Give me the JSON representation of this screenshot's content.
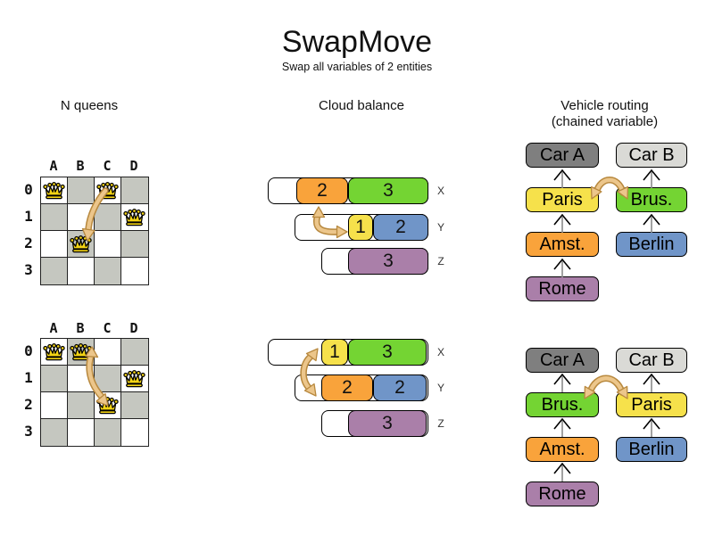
{
  "title": "SwapMove",
  "subtitle": "Swap all variables of 2 entities",
  "sections": {
    "nqueens": {
      "header": "N queens"
    },
    "cloud": {
      "header": "Cloud balance"
    },
    "vehicle": {
      "header": "Vehicle routing",
      "header2": "(chained variable)"
    }
  },
  "palette": {
    "orange": "#f9a33b",
    "green": "#74d433",
    "yellow": "#f6e14b",
    "blue": "#7095c8",
    "purple": "#aa7fa9",
    "car_a_gray": "#7f7f7f",
    "car_b_gray": "#dadad6",
    "board_gray": "#c5c7c0",
    "queen_gold": "#f4d414",
    "swap_arrow_fill": "#ecc68b",
    "swap_arrow_border": "#b8893f"
  },
  "nqueens": {
    "col_labels": [
      "A",
      "B",
      "C",
      "D"
    ],
    "row_labels": [
      "0",
      "1",
      "2",
      "3"
    ],
    "boards": [
      {
        "queens": [
          "A0",
          "C0",
          "D1",
          "B2"
        ]
      },
      {
        "queens": [
          "A0",
          "B0",
          "D1",
          "C2"
        ]
      }
    ]
  },
  "cloud": {
    "row_labels": [
      "X",
      "Y",
      "Z"
    ],
    "states": [
      {
        "rows": [
          {
            "blocks": [
              {
                "value": "2",
                "color": "orange"
              },
              {
                "value": "3",
                "color": "green"
              }
            ]
          },
          {
            "blocks": [
              {
                "value": "1",
                "color": "yellow"
              },
              {
                "value": "2",
                "color": "blue"
              }
            ]
          },
          {
            "blocks": [
              {
                "value": "3",
                "color": "purple"
              }
            ]
          }
        ]
      },
      {
        "rows": [
          {
            "blocks": [
              {
                "value": "1",
                "color": "yellow"
              },
              {
                "value": "3",
                "color": "green"
              }
            ]
          },
          {
            "blocks": [
              {
                "value": "2",
                "color": "orange"
              },
              {
                "value": "2",
                "color": "blue"
              }
            ]
          },
          {
            "blocks": [
              {
                "value": "3",
                "color": "purple"
              }
            ]
          }
        ]
      }
    ]
  },
  "vehicle": {
    "states": [
      {
        "chains": [
          [
            "Car A",
            "Paris",
            "Amst.",
            "Rome"
          ],
          [
            "Car B",
            "Brus.",
            "Berlin"
          ]
        ]
      },
      {
        "chains": [
          [
            "Car A",
            "Brus.",
            "Amst.",
            "Rome"
          ],
          [
            "Car B",
            "Paris",
            "Berlin"
          ]
        ]
      }
    ]
  }
}
